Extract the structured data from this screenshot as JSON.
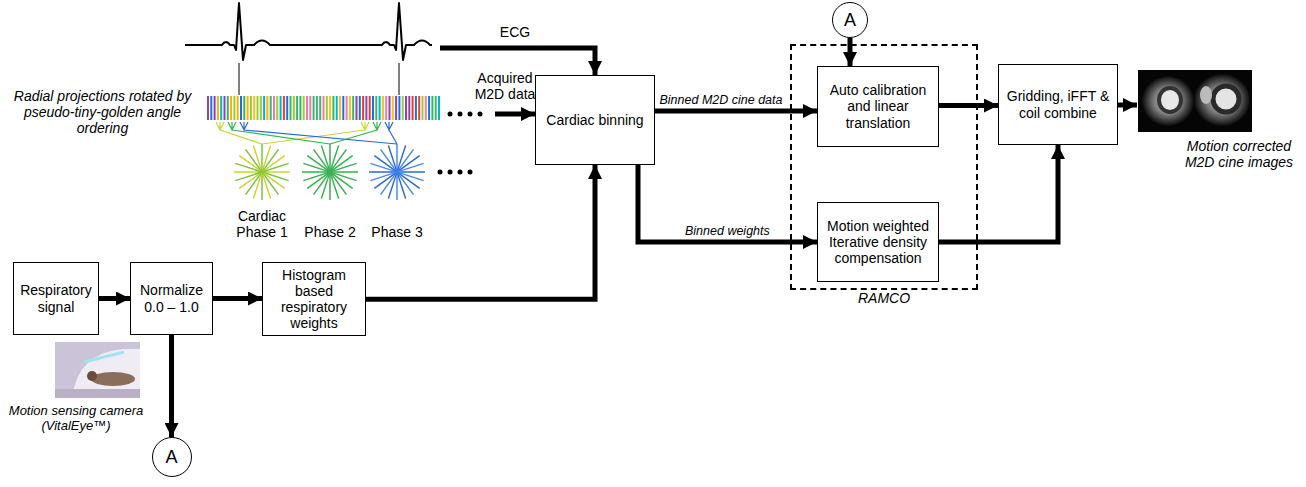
{
  "diagram": {
    "nodes": [
      {
        "text": [
          "Respiratory signal"
        ]
      },
      {
        "text": [
          "Normalize 0.0 – 1.0"
        ]
      },
      {
        "text": [
          "Histogram based respiratory weights"
        ]
      },
      {
        "text": [
          "A"
        ]
      },
      {
        "text": [
          "Cardiac binning"
        ]
      },
      {
        "text": [
          "A"
        ]
      },
      {
        "text": [
          "RAMCO"
        ]
      },
      {
        "text": [
          "Auto calibration and linear translation"
        ],
        "in": 6
      },
      {
        "text": [
          "Motion weighted Iterative density compensation"
        ],
        "in": 6
      },
      {
        "text": [
          "Gridding, iFFT & coil combine"
        ]
      }
    ],
    "edges": [
      {
        "from": 0,
        "to": 1,
        "arrow": "to"
      },
      {
        "from": 1,
        "to": 2,
        "arrow": "to"
      },
      {
        "from": 1,
        "to": 3,
        "arrow": "to"
      },
      {
        "from": 2,
        "to": 4,
        "arrow": "to"
      },
      {
        "from": 4,
        "to": 7,
        "label": "Binned M2D cine data",
        "arrow": "to"
      },
      {
        "from": 4,
        "to": 8,
        "label": "Binned weights",
        "arrow": "to"
      },
      {
        "from": 5,
        "to": 7,
        "arrow": "to"
      },
      {
        "from": 7,
        "to": 9,
        "arrow": "to"
      },
      {
        "from": 8,
        "to": 9,
        "arrow": "to"
      }
    ],
    "labels": [
      "ECG",
      "Acquired M2D data",
      "Radial projections rotated by pseudo-tiny-golden angle ordering",
      "Cardiac Phase 1",
      "Phase 2",
      "Phase 3",
      "Motion sensing camera (VitalEye™)",
      "Motion corrected M2D cine images"
    ]
  }
}
